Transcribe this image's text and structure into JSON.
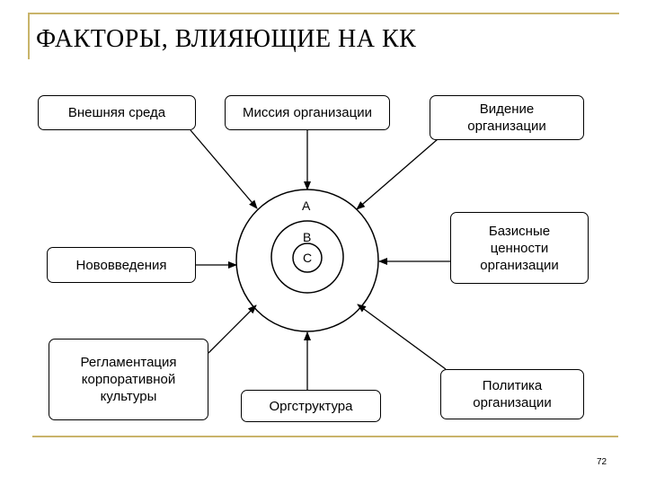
{
  "title": "ФАКТОРЫ, ВЛИЯЮЩИЕ НА КК",
  "boxes": {
    "external": "Внешняя среда",
    "mission": "Миссия организации",
    "vision": "Видение\nорганизации",
    "innovations": "Нововведения",
    "values": "Базисные\nценности\nорганизации",
    "regulation": "Регламентация\nкорпоративной\nкультуры",
    "structure": "Оргструктура",
    "policy": "Политика\nорганизации"
  },
  "circles": {
    "a": "A",
    "b": "B",
    "c": "C"
  },
  "page_number": "72",
  "colors": {
    "frame": "#c9b46a",
    "stroke": "#000000"
  }
}
